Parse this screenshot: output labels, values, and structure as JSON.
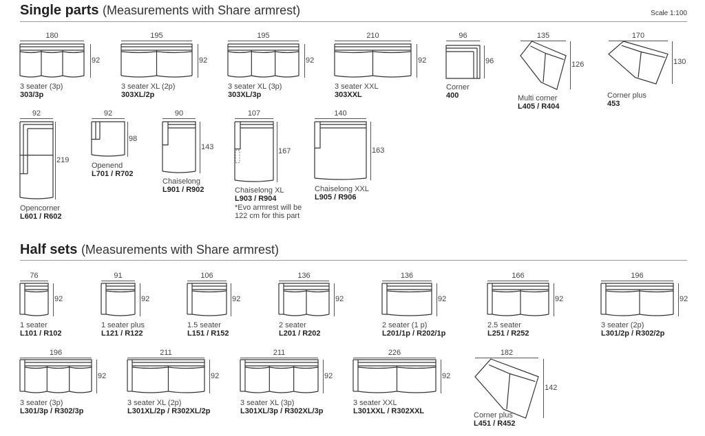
{
  "header": {
    "single_title": "Single parts",
    "single_sub": "(Measurements with Share armrest)",
    "scale": "Scale 1:100",
    "half_title": "Half sets",
    "half_sub": "(Measurements with Share armrest)"
  },
  "single_parts": [
    {
      "name": "3 seater (3p)",
      "code": "303/3p",
      "w": "180",
      "d": "92"
    },
    {
      "name": "3 seater XL (2p)",
      "code": "303XL/2p",
      "w": "195",
      "d": "92"
    },
    {
      "name": "3 seater XL (3p)",
      "code": "303XL/3p",
      "w": "195",
      "d": "92"
    },
    {
      "name": "3 seater XXL",
      "code": "303XXL",
      "w": "210",
      "d": "92"
    },
    {
      "name": "Corner",
      "code": "400",
      "w": "96",
      "d": "96"
    },
    {
      "name": "Multi corner",
      "code": "L405 / R404",
      "w": "135",
      "d": "126"
    },
    {
      "name": "Corner plus",
      "code": "453",
      "w": "170",
      "d": "130"
    },
    {
      "name": "Opencorner",
      "code": "L601 / R602",
      "w": "92",
      "d": "219"
    },
    {
      "name": "Openend",
      "code": "L701 / R702",
      "w": "92",
      "d": "98"
    },
    {
      "name": "Chaiselong",
      "code": "L901 / R902",
      "w": "90",
      "d": "143"
    },
    {
      "name": "Chaiselong XL",
      "code": "L903 / R904",
      "w": "107",
      "d": "167",
      "note": "*Evo armrest will be 122 cm for this part"
    },
    {
      "name": "Chaiselong XXL",
      "code": "L905 / R906",
      "w": "140",
      "d": "163"
    }
  ],
  "half_sets": [
    {
      "name": "1 seater",
      "code": "L101 / R102",
      "w": "76",
      "d": "92"
    },
    {
      "name": "1 seater plus",
      "code": "L121 / R122",
      "w": "91",
      "d": "92"
    },
    {
      "name": "1.5 seater",
      "code": "L151 / R152",
      "w": "106",
      "d": "92"
    },
    {
      "name": "2 seater",
      "code": "L201 / R202",
      "w": "136",
      "d": "92"
    },
    {
      "name": "2 seater (1 p)",
      "code": "L201/1p / R202/1p",
      "w": "136",
      "d": "92"
    },
    {
      "name": "2.5 seater",
      "code": "L251 / R252",
      "w": "166",
      "d": "92"
    },
    {
      "name": "3 seater (2p)",
      "code": "L301/2p / R302/2p",
      "w": "196",
      "d": "92"
    },
    {
      "name": "3 seater (3p)",
      "code": "L301/3p / R302/3p",
      "w": "196",
      "d": "92"
    },
    {
      "name": "3 seater XL (2p)",
      "code": "L301XL/2p / R302XL/2p",
      "w": "211",
      "d": "92"
    },
    {
      "name": "3 seater XL (3p)",
      "code": "L301XL/3p / R302XL/3p",
      "w": "211",
      "d": "92"
    },
    {
      "name": "3 seater XXL",
      "code": "L301XXL / R302XXL",
      "w": "226",
      "d": "92"
    },
    {
      "name": "Corner plus",
      "code": "L451 / R452",
      "w": "182",
      "d": "142"
    }
  ]
}
